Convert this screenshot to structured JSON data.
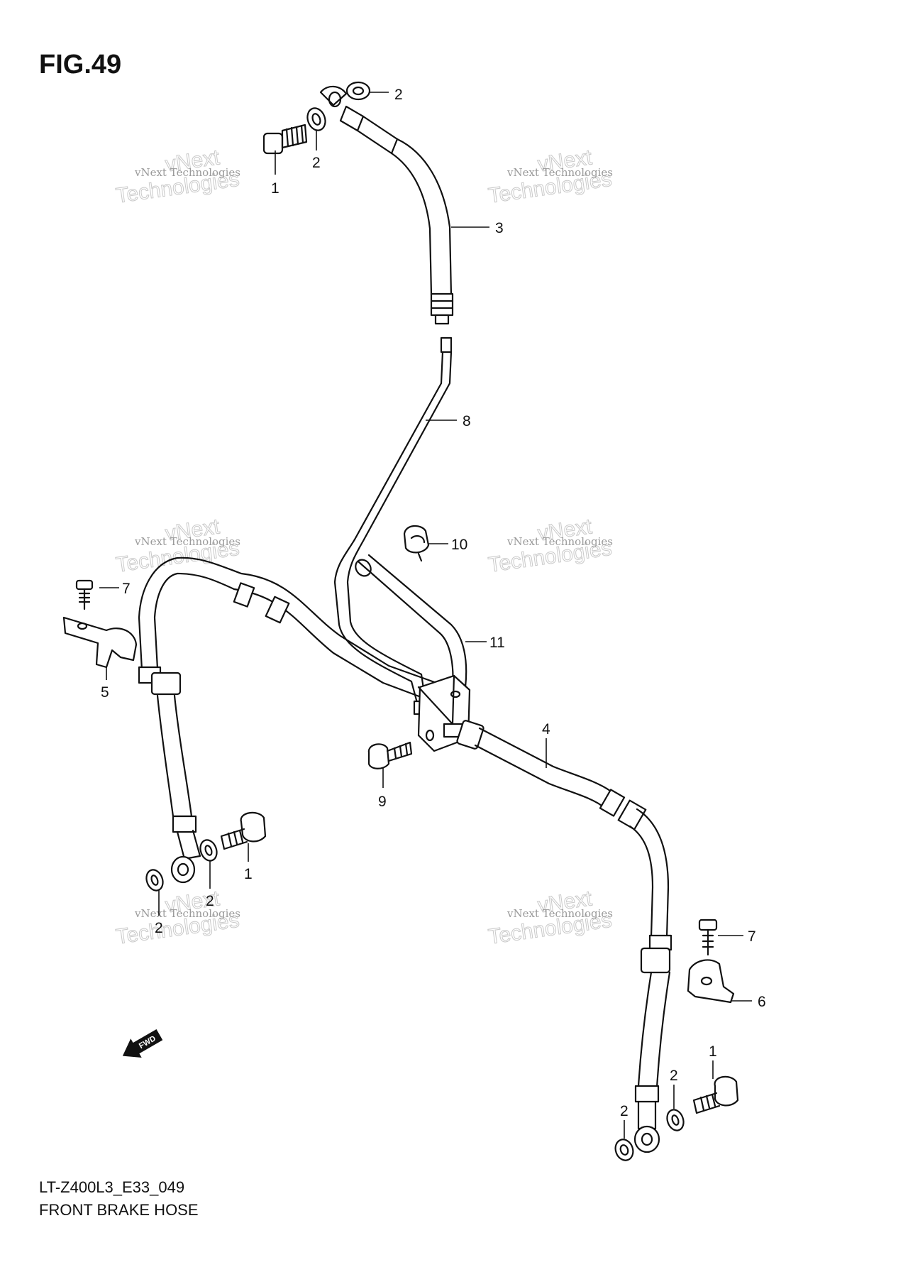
{
  "figure": {
    "title": "FIG.49",
    "code": "LT-Z400L3_E33_049",
    "caption": "FRONT BRAKE HOSE"
  },
  "callouts": [
    {
      "id": "c1a",
      "label": "1"
    },
    {
      "id": "c2a",
      "label": "2"
    },
    {
      "id": "c2b",
      "label": "2"
    },
    {
      "id": "c3",
      "label": "3"
    },
    {
      "id": "c8",
      "label": "8"
    },
    {
      "id": "c10",
      "label": "10"
    },
    {
      "id": "c7a",
      "label": "7"
    },
    {
      "id": "c5",
      "label": "5"
    },
    {
      "id": "c11",
      "label": "11"
    },
    {
      "id": "c4",
      "label": "4"
    },
    {
      "id": "c9",
      "label": "9"
    },
    {
      "id": "c1b",
      "label": "1"
    },
    {
      "id": "c2c",
      "label": "2"
    },
    {
      "id": "c2d",
      "label": "2"
    },
    {
      "id": "c7b",
      "label": "7"
    },
    {
      "id": "c6",
      "label": "6"
    },
    {
      "id": "c1c",
      "label": "1"
    },
    {
      "id": "c2e",
      "label": "2"
    },
    {
      "id": "c2f",
      "label": "2"
    }
  ],
  "watermark": {
    "line1": "vNext Technologies",
    "line2": "vNext",
    "line3": "Technologies"
  },
  "direction_marker": "FWD"
}
